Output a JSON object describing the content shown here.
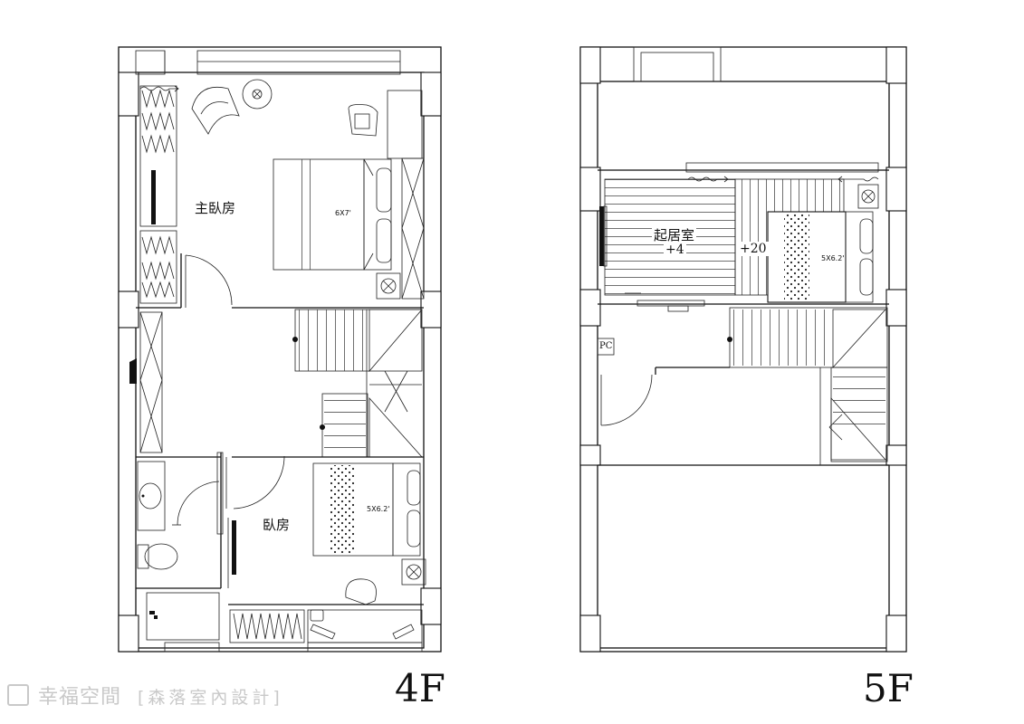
{
  "floors": [
    {
      "label": "4F",
      "rooms": {
        "master": "主臥房",
        "bedroom": "臥房"
      },
      "beds": {
        "master": "6X7'",
        "bedroom": "5X6.2'"
      }
    },
    {
      "label": "5F",
      "rooms": {
        "living": "起居室"
      },
      "levels": {
        "living": "+4",
        "raised": "+20"
      },
      "beds": {
        "bedroom": "5X6.2'"
      },
      "pc": "PC"
    }
  ],
  "watermark": {
    "logo_text": "幸福空間",
    "designer": "[森落室內設計]"
  }
}
